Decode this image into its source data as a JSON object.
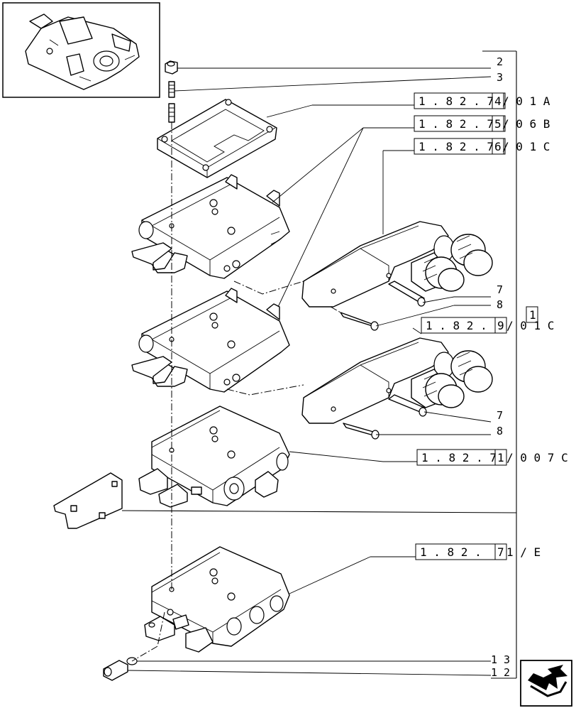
{
  "callouts": {
    "c2": "2",
    "c3": "3",
    "c7a": "7",
    "c8a": "8",
    "c7b": "7",
    "c8b": "8",
    "c13": "1 3",
    "c12": "1 2"
  },
  "refs": [
    {
      "pre": "1 . 8 2 . 7",
      "box": "4",
      "post": "/ 0 1 A"
    },
    {
      "pre": "1 . 8 2 . 7",
      "box": "5",
      "post": "/ 0 6 B"
    },
    {
      "pre": "1 . 8 2 . 7",
      "box": "6",
      "post": "/ 0 1 C"
    },
    {
      "pre": "1 . 8 2 .",
      "box": "9",
      "post": "/ 0 1 C",
      "extra": "1"
    },
    {
      "pre": "1 . 8 2 . 7",
      "box": "1",
      "post": "/ 0 0 7 C"
    },
    {
      "pre": "1 . 8 2 .",
      "box": "7",
      "post": "1 / E"
    }
  ],
  "icons": {
    "thumbnail": "tractor-hydraulic-assembly-thumbnail",
    "nav": "next-page-arrow-icon"
  }
}
